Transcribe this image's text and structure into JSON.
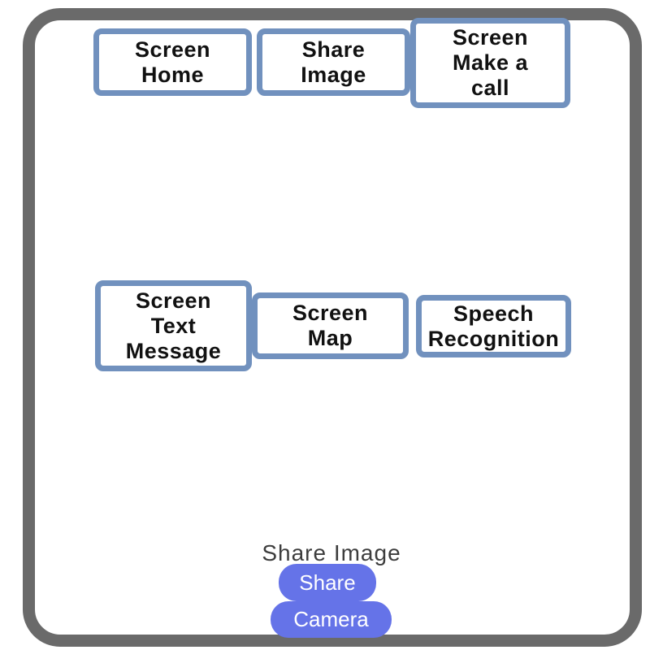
{
  "colors": {
    "frame_border": "#6a6a6a",
    "nav_button_border": "#7191be",
    "nav_button_bg": "#ffffff",
    "nav_button_text": "#111111",
    "action_button_bg": "#6573e8",
    "action_button_text": "#ffffff",
    "section_label_text": "#3d3d3d",
    "page_bg": "#ffffff"
  },
  "nav_buttons": [
    {
      "label": "Screen\nHome"
    },
    {
      "label": "Share\nImage"
    },
    {
      "label": "Screen\nMake a\ncall"
    },
    {
      "label": "Screen\nText\nMessage"
    },
    {
      "label": "Screen\nMap"
    },
    {
      "label": "Speech\nRecognition"
    }
  ],
  "share_section": {
    "label": "Share Image",
    "share_button": "Share",
    "camera_button": "Camera"
  }
}
